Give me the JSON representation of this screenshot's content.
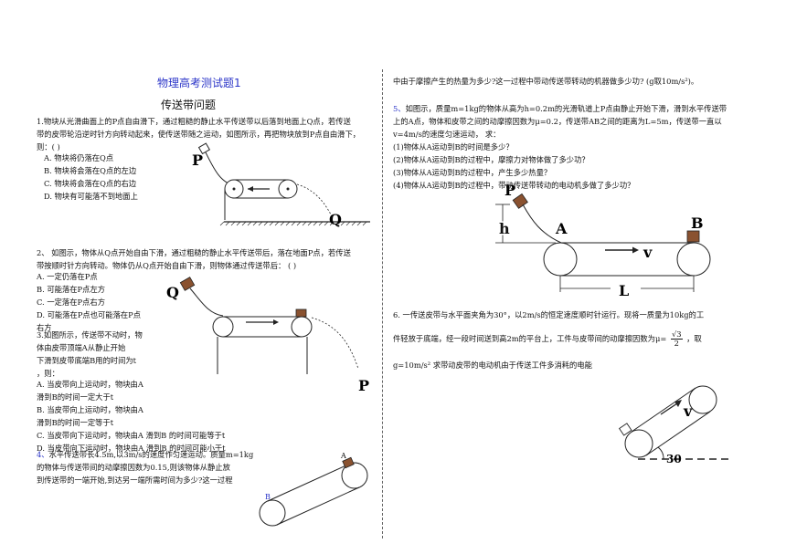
{
  "left": {
    "title": "物理高考测试题1",
    "subtitle": "传送带问题",
    "q1": {
      "lines": [
        "1.物块从光滑曲面上的P点自由滑下，通过粗糙的静止水平传送带以后落到地面上Q点，若传送",
        "带的皮带轮沿逆时针方向转动起来，使传送带随之运动，如图所示，再把物块放到P点自由滑下，",
        "则：(          )"
      ],
      "options": [
        "A. 物块将仍落在Q点",
        "B. 物块将会落在Q点的左边",
        "C. 物块将会落在Q点的右边",
        "D. 物块有可能落不到地面上"
      ],
      "fig_p": "P",
      "fig_q": "Q"
    },
    "q2": {
      "lines": [
        "2、 如图示，物体从Q点开始自由下滑，通过粗糙的静止水平传送带后，落在地面P点，若传送",
        "带按顺时针方向转动。物体仍从Q点开始自由下滑，则物体通过传送带后：      (              )"
      ],
      "options": [
        "A.  一定仍落在P点",
        "B.  可能落在P点左方",
        "C.  一定落在P点右方",
        "D.  可能落在P点也可能落在P点",
        "右方"
      ],
      "fig_q": "Q",
      "fig_p": "P"
    },
    "q3": {
      "lines": [
        "3.如图所示，传送带不动时，物",
        "体由皮带顶端A从静止开始",
        "下滑到皮带底端B用的时间为t",
        "，则："
      ],
      "options": [
        "A. 当皮带向上运动时，物块由A",
        "滑到B的时间一定大于t",
        "B. 当皮带向上运动时，物块由A",
        "滑到B的时间一定等于t",
        "C. 当皮带向下运动时，物块由A 滑到B 的时间可能等于t",
        "D. 当皮带向下运动时，物块由A 滑到B 的时间可能小于t"
      ]
    },
    "q4": {
      "number": "4、",
      "lines": [
        "水平传送带长4.5m,以3m/s的速度作匀速运动。质量m=1kg",
        "的物体与传送带间的动摩擦因数为0.15,则该物体从静止放",
        "到传送带的一端开始,到达另一端所需时间为多少?这一过程"
      ],
      "fig_a": "A",
      "fig_b": "B"
    }
  },
  "right": {
    "q4_cont": "中由于摩擦产生的热量为多少?这一过程中带动传送带转动的机器做多少功? (g取10m/s²)。",
    "q5": {
      "number": "5、",
      "lines": [
        "如图示，质量m=1kg的物体从高为h=0.2m的光滑轨道上P点由静止开始下滑，滑到水平传送带",
        "上的A点，物体和皮带之间的动摩擦因数为μ=0.2，传送带AB之间的距离为L=5m，传送带一直以",
        "v=4m/s的速度匀速运动，   求："
      ],
      "questions": [
        "(1)物体从A运动到B的时间是多少？",
        "(2)物体从A运动到B的过程中，摩擦力对物体做了多少功？",
        "(3)物体从A运动到B的过程中，产生多少热量？",
        "(4)物体从A运动到B的过程中，带动传送带转动的电动机多做了多少功？"
      ],
      "fig_p": "P",
      "fig_h": "h",
      "fig_a": "A",
      "fig_b": "B",
      "fig_v": "v",
      "fig_l": "L"
    },
    "q6": {
      "line1": "6. 一传送皮带与水平面夹角为30°，以2m/s的恒定速度顺时针运行。现将一质量为10kg的工",
      "line2a": "件轻放于底端，经一段时间送到高2m的平台上，工件与皮带间的动摩擦因数为μ=",
      "frac_num": "√3",
      "frac_den": "2",
      "line2b": "，取",
      "line3": "g=10m/s² 求带动皮带的电动机由于传送工件多消耗的电能",
      "fig_v": "v",
      "fig_angle": "30"
    }
  }
}
